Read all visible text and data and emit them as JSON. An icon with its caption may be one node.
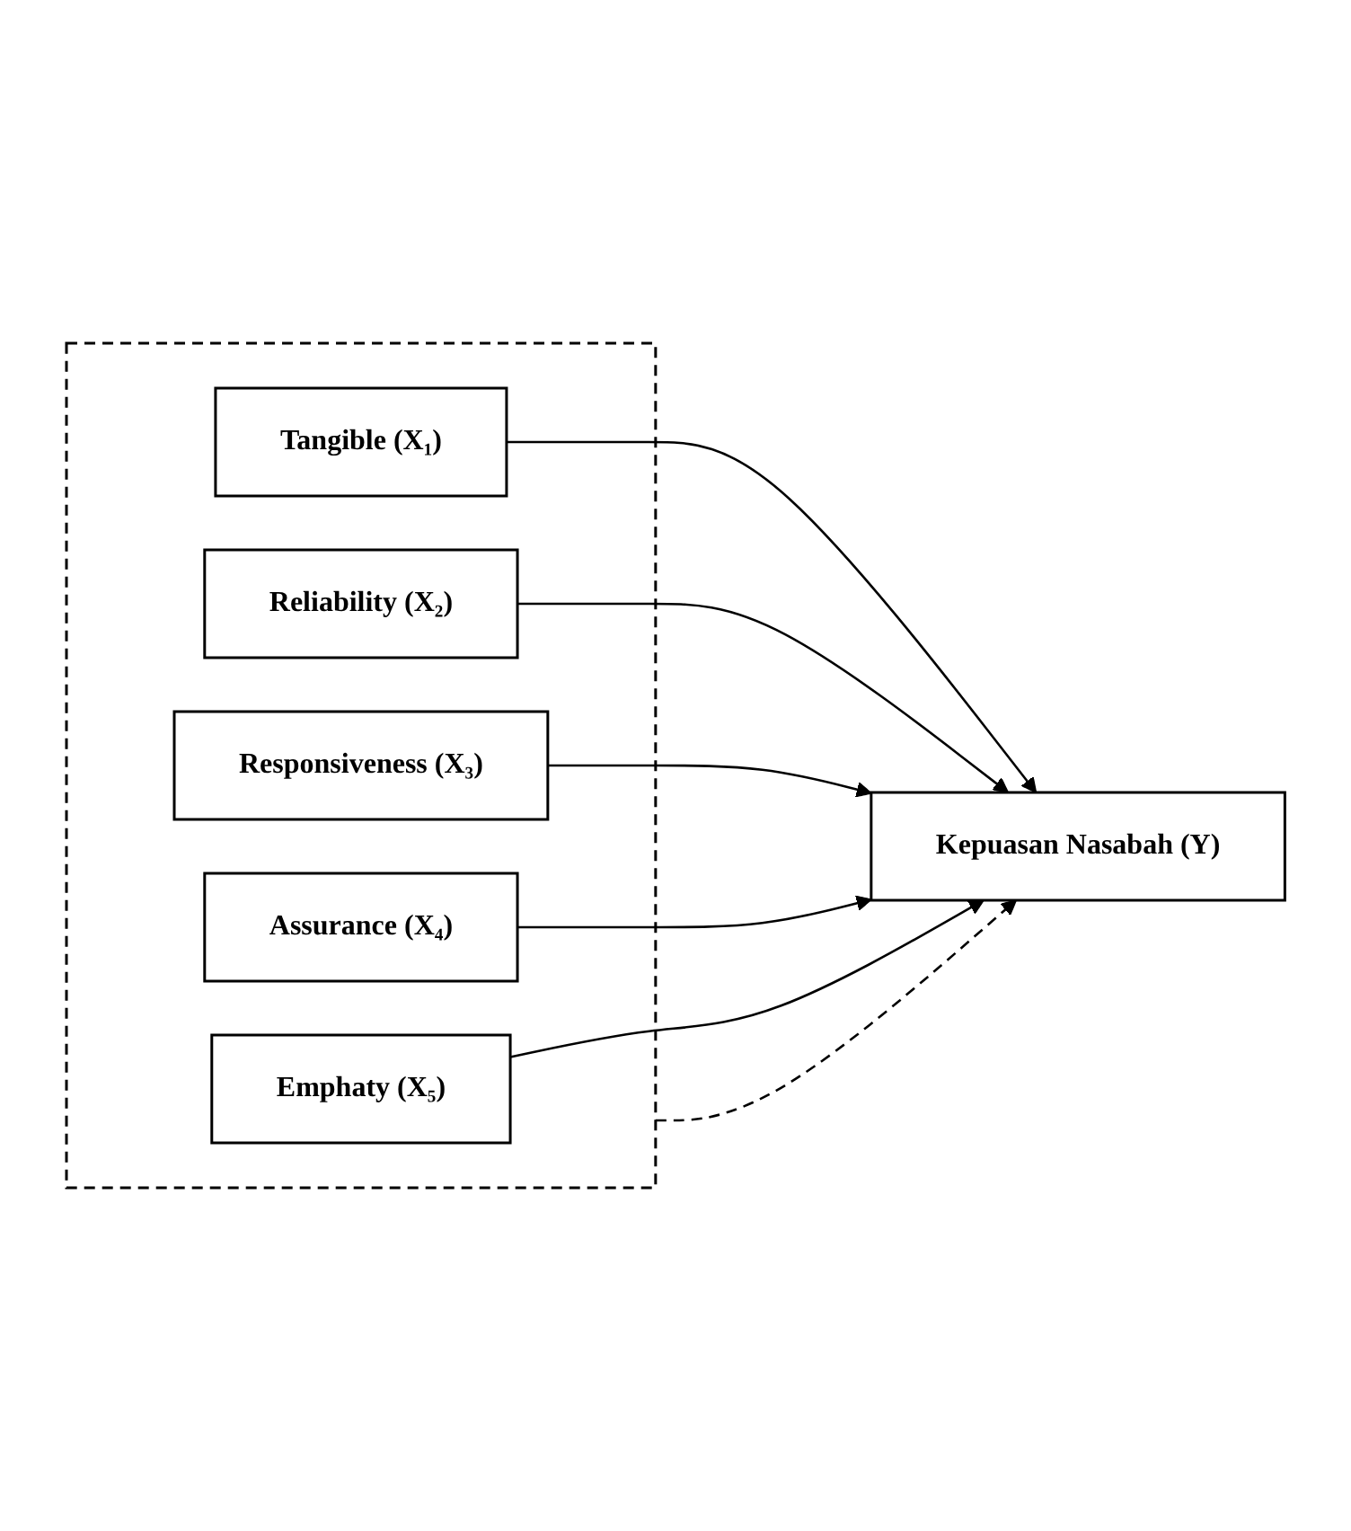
{
  "diagram": {
    "nodes": [
      {
        "text": [],
        "shape": "box"
      },
      {
        "text": [
          "Tangible (X₁)"
        ],
        "in": 0
      },
      {
        "text": [
          "Reliability (X₂)"
        ],
        "in": 0
      },
      {
        "text": [
          "Responsiveness (X₃)"
        ],
        "in": 0
      },
      {
        "text": [
          "Assurance (X₄)"
        ],
        "in": 0
      },
      {
        "text": [
          "Emphaty (X₅)"
        ],
        "in": 0
      },
      {
        "text": [
          "Kepuasan Nasabah (Y)"
        ]
      }
    ],
    "edges": [
      {
        "from": 1,
        "to": 6,
        "arrow": "to"
      },
      {
        "from": 2,
        "to": 6,
        "arrow": "to"
      },
      {
        "from": 3,
        "to": 6,
        "arrow": "to"
      },
      {
        "from": 4,
        "to": 6,
        "arrow": "to"
      },
      {
        "from": 5,
        "to": 6,
        "arrow": "to"
      },
      {
        "from": 0,
        "to": 6,
        "arrow": "to",
        "style": "dashed"
      }
    ]
  }
}
